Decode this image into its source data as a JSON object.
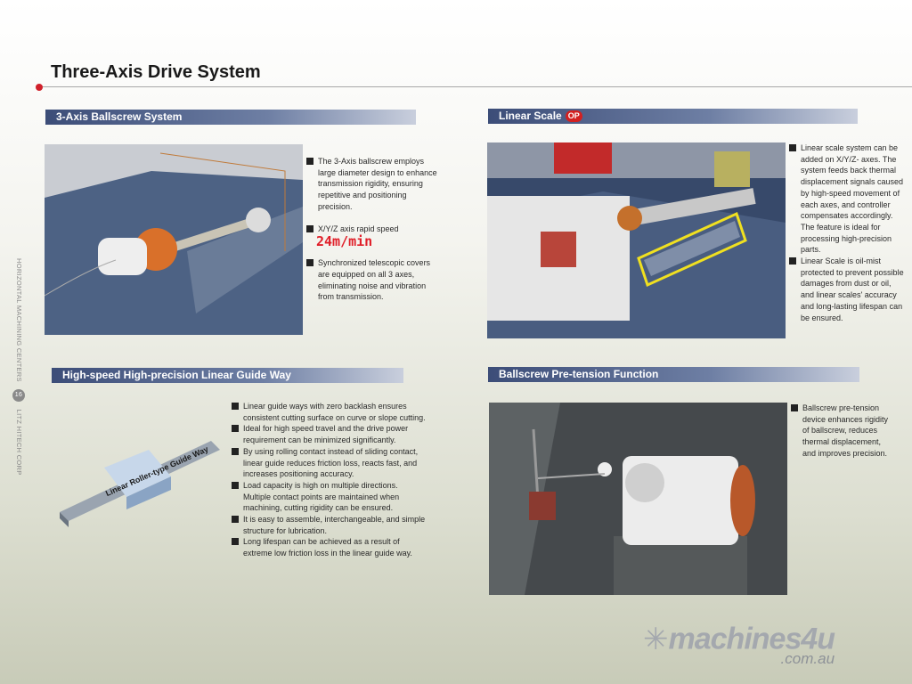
{
  "page": {
    "title": "Three-Axis Drive System",
    "side_left": "HORIZONTAL MACHINING CENTERS",
    "page_number": "16",
    "side_right": "LITZ HITECH CORP"
  },
  "sections": {
    "ballscrew": {
      "header": "3-Axis Ballscrew System",
      "bullets": [
        "The 3-Axis ballscrew employs large diameter design to enhance transmission rigidity, ensuring repetitive and positioning precision.",
        "X/Y/Z axis rapid speed",
        "Synchronized telescopic covers are equipped on all 3 axes, eliminating noise and vibration from transmission."
      ],
      "speed": "24m/min"
    },
    "linear_scale": {
      "header": "Linear Scale",
      "badge": "OP",
      "bullets": [
        "Linear scale system can be added on X/Y/Z- axes. The system feeds back thermal displacement signals caused by high-speed movement of each axes, and controller compensates accordingly. The feature is ideal for processing high-precision parts.",
        "Linear Scale is oil-mist protected to prevent possible damages from dust or oil, and linear scales' accuracy and long-lasting lifespan can be ensured."
      ]
    },
    "guide_way": {
      "header": "High-speed High-precision Linear Guide Way",
      "image_caption": "Linear Roller-type Guide Way",
      "bullets": [
        "Linear guide ways with zero backlash ensures consistent cutting surface on curve or slope cutting.",
        "Ideal for high speed travel and the drive power requirement can be minimized significantly.",
        "By using rolling contact instead of sliding contact, linear guide reduces friction loss, reacts fast, and increases positioning accuracy.",
        "Load capacity is high on multiple directions. Multiple contact points are maintained when machining, cutting rigidity can be ensured.",
        "It is easy to assemble, interchangeable, and simple structure for lubrication.",
        "Long lifespan can be achieved as a result of extreme low friction loss in the linear guide way."
      ]
    },
    "pretension": {
      "header": "Ballscrew Pre-tension Function",
      "bullets": [
        "Ballscrew pre-tension device enhances rigidity of ballscrew, reduces thermal displacement, and improves precision."
      ]
    }
  },
  "logo": {
    "name": "machines4u",
    "domain": ".com.au"
  },
  "colors": {
    "accent": "#e0202a",
    "bar": "#3c4d78"
  }
}
